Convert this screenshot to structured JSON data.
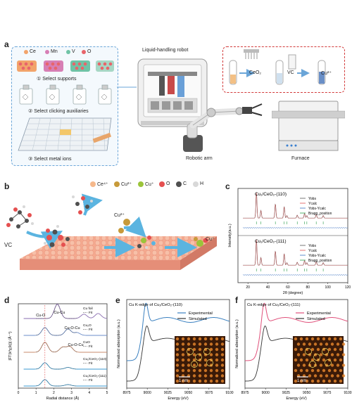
{
  "panel_a": {
    "label": "a",
    "legend": [
      "Ce",
      "Mn",
      "V",
      "O"
    ],
    "colors": {
      "Ce": "#f2a46b",
      "Mn": "#d77fb5",
      "V": "#6fc3a6",
      "O": "#e8646a"
    },
    "step1": "① Select supports",
    "step2": "② Select clicking auxiliaries",
    "step3": "③ Select metal ions",
    "robot_title": "Liquid-handling robot",
    "robotic_arm": "Robotic arm",
    "furnace": "Furnace",
    "flow": [
      "CeO₂",
      "VC",
      "Cu²⁺"
    ]
  },
  "panel_b": {
    "label": "b",
    "legend": [
      "Ce⁴⁺",
      "Cu²⁺",
      "Cu⁺",
      "O",
      "C",
      "H"
    ],
    "legend_colors": [
      "#f5b88b",
      "#c79a3a",
      "#9bc43a",
      "#e55050",
      "#505050",
      "#d8d8d8"
    ],
    "vc": "VC",
    "cu2": "Cu²⁺",
    "cu1": "Cu⁺"
  },
  "panel_c": {
    "label": "c",
    "ylabel": "Intensity(a.u.)",
    "xlabel": "2θ (degree)",
    "xticks": [
      "20",
      "40",
      "60",
      "80",
      "100",
      "120"
    ],
    "top_title": "Cu₁/CeO₂-(110)",
    "bottom_title": "Cu₁/CeO₂-(111)",
    "legend": [
      "Yobs",
      "Ycalc",
      "Yobs-Ycalc",
      "Bragg_position"
    ]
  },
  "panel_d": {
    "label": "d",
    "ylabel": "|FT(k³χ(k))| (Å⁻⁴)",
    "xlabel": "Radial distance (Å)",
    "xticks": [
      "0",
      "1",
      "2",
      "3",
      "4",
      "5"
    ],
    "annotations": [
      "Cu-O",
      "Cu-Cu",
      "Cu-O-Cu",
      "Cu-O-Cu"
    ],
    "samples": [
      {
        "name": "Cu foil",
        "fit": "Fit"
      },
      {
        "name": "Cu₂O",
        "fit": "Fit"
      },
      {
        "name": "CuO",
        "fit": "Fit"
      },
      {
        "name": "Cu₁/CeO₂-(110)",
        "fit": "Fit"
      },
      {
        "name": "Cu₁/CeO₂-(111)",
        "fit": "Fit"
      }
    ]
  },
  "panel_e": {
    "label": "e",
    "title": "Cu K-edge of Cu₁/CeO₂-(110)",
    "ylabel": "Normalized absorption (a.u.)",
    "xlabel": "Energy (eV)",
    "xticks": [
      "8975",
      "9000",
      "9025",
      "9050",
      "9075",
      "9100"
    ],
    "legend": [
      "Experimental",
      "Simulated"
    ],
    "colors": {
      "exp": "#3a80c0",
      "sim": "#333333"
    },
    "scalebar": "1 nm"
  },
  "panel_f": {
    "label": "f",
    "title": "Cu K-edge of Cu₁/CeO₂-(111)",
    "ylabel": "Normalized absorption (a.u.)",
    "xlabel": "Energy (eV)",
    "xticks": [
      "8975",
      "9000",
      "9025",
      "9050",
      "9075",
      "9100"
    ],
    "legend": [
      "Experimental",
      "Simulated"
    ],
    "colors": {
      "exp": "#e0507a",
      "sim": "#333333"
    },
    "scalebar": "1 nm"
  }
}
